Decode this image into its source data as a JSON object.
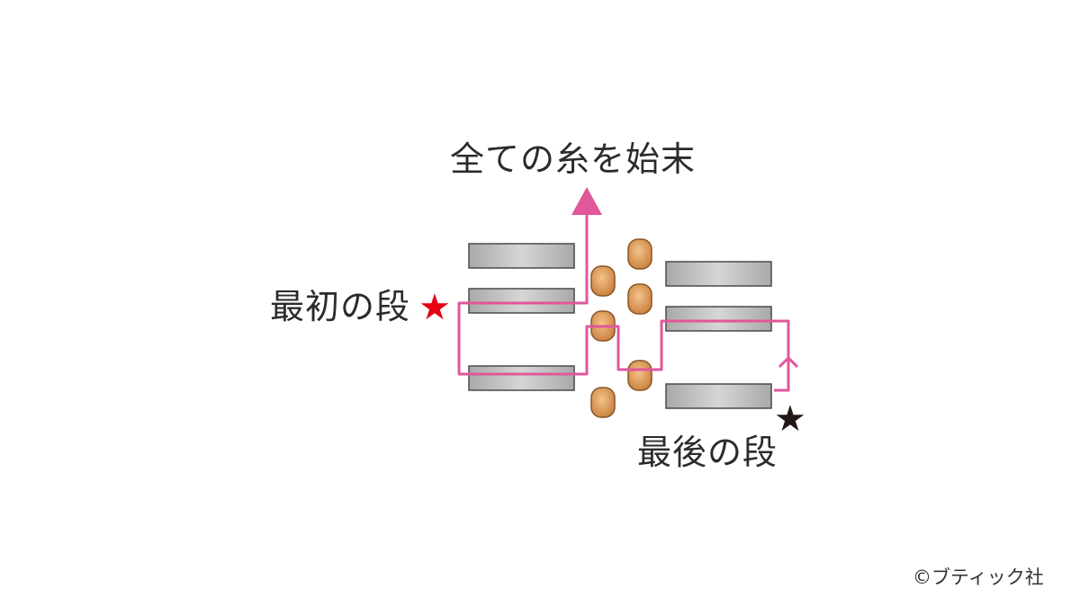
{
  "labels": {
    "finish": "全ての糸を始末",
    "first_row": "最初の段",
    "last_row": "最後の段",
    "copyright": "©ブティック社"
  },
  "stars": {
    "first_row": "★",
    "last_row": "★"
  },
  "colors": {
    "thread": "#e0579a",
    "first_star": "#e60012",
    "last_star": "#231815",
    "bead_fill": "#d9924f",
    "bead_stroke": "#8a5526",
    "bar_fill": "#bdbdbd",
    "bar_stroke": "#4a4a4a"
  }
}
